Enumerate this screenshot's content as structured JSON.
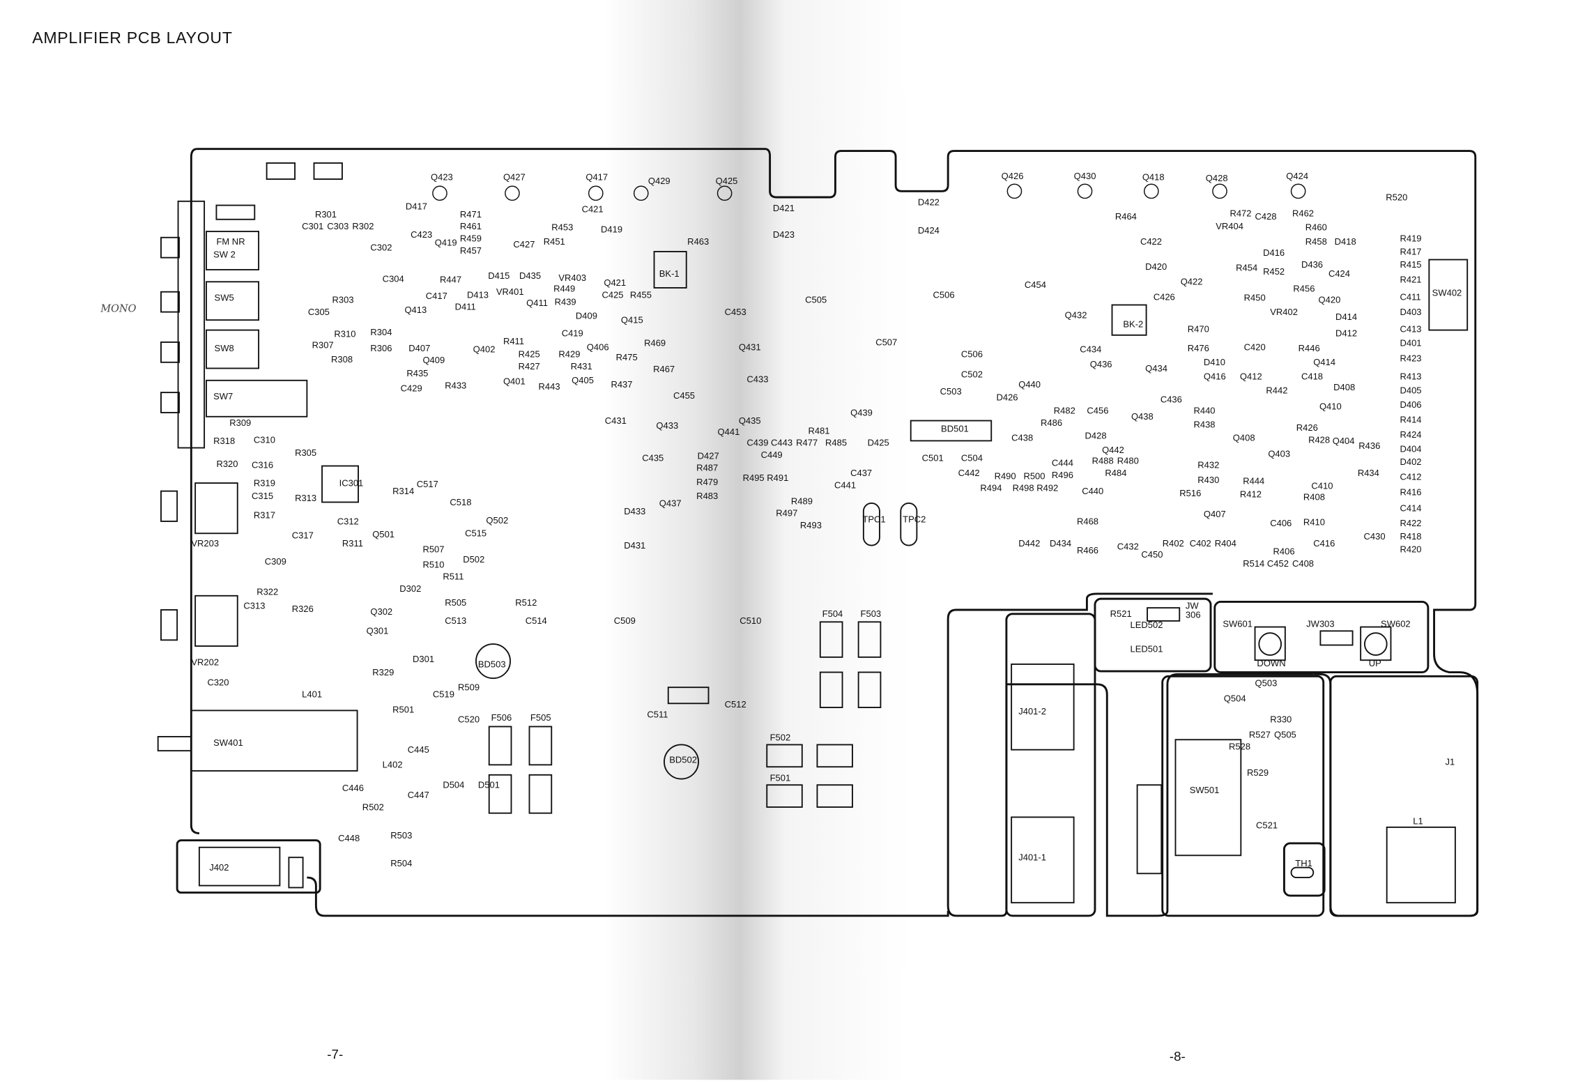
{
  "title": "AMPLIFIER PCB LAYOUT",
  "page_numbers": {
    "left": "-7-",
    "right": "-8-"
  },
  "handwritten_note": "MONO",
  "components": [
    "FM NR",
    "SW 2",
    "SW5",
    "SW8",
    "SW7",
    "SW401",
    "J402",
    "VR203",
    "VR202",
    "C320",
    "L401",
    "R501",
    "R502",
    "R503",
    "R504",
    "C446",
    "C448",
    "L402",
    "C445",
    "C447",
    "D504",
    "D501",
    "C520",
    "F506",
    "F505",
    "BD503",
    "R509",
    "C519",
    "D301",
    "R329",
    "Q301",
    "Q302",
    "D302",
    "R326",
    "C313",
    "R322",
    "C309",
    "C317",
    "R311",
    "C312",
    "Q501",
    "R507",
    "R510",
    "R511",
    "D502",
    "R505",
    "R512",
    "C513",
    "C514",
    "Q502",
    "C515",
    "C518",
    "C517",
    "R314",
    "IC301",
    "R313",
    "R305",
    "C316",
    "R320",
    "R319",
    "C315",
    "R317",
    "R318",
    "C310",
    "R309",
    "C429",
    "R433",
    "Q401",
    "R443",
    "R437",
    "R467",
    "C431",
    "Q433",
    "C435",
    "Q437",
    "D433",
    "D431",
    "R487",
    "R479",
    "R483",
    "C455",
    "Q431",
    "C453",
    "C433",
    "Q435",
    "Q441",
    "D427",
    "C509",
    "C510",
    "C511",
    "C512",
    "BD502",
    "F504",
    "F503",
    "F502",
    "F501",
    "R463",
    "BK-1",
    "Q421",
    "R455",
    "C425",
    "Q415",
    "VR403",
    "D415",
    "D435",
    "R451",
    "R453",
    "C421",
    "Q417",
    "Q429",
    "Q425",
    "Q427",
    "Q423",
    "D417",
    "R471",
    "R461",
    "R459",
    "R457",
    "C423",
    "Q419",
    "C427",
    "D419",
    "R447",
    "C417",
    "Q413",
    "D407",
    "Q409",
    "R435",
    "D411",
    "D413",
    "VR401",
    "Q411",
    "R439",
    "D409",
    "C419",
    "R411",
    "Q402",
    "R425",
    "R427",
    "R429",
    "R431",
    "Q406",
    "R469",
    "R475",
    "Q405",
    "R449",
    "C302",
    "C304",
    "R303",
    "C305",
    "R310",
    "R304",
    "R306",
    "R307",
    "R308",
    "C301",
    "R301",
    "C303",
    "R302",
    "Q426",
    "Q430",
    "Q418",
    "Q428",
    "Q424",
    "R520",
    "D422",
    "D424",
    "D421",
    "D423",
    "R464",
    "R472",
    "R462",
    "R460",
    "R458",
    "VR404",
    "C428",
    "D416",
    "R452",
    "D418",
    "R419",
    "R417",
    "R415",
    "R421",
    "C411",
    "D403",
    "C413",
    "D401",
    "R423",
    "R413",
    "D405",
    "D406",
    "R414",
    "R424",
    "D404",
    "D402",
    "C412",
    "R416",
    "C414",
    "R422",
    "R418",
    "R420",
    "SW402",
    "C424",
    "R456",
    "Q420",
    "D414",
    "D412",
    "R450",
    "VR402",
    "R470",
    "R476",
    "C420",
    "R446",
    "Q414",
    "D410",
    "Q416",
    "Q412",
    "R442",
    "D408",
    "Q410",
    "R440",
    "R438",
    "Q408",
    "R426",
    "R428",
    "Q404",
    "R436",
    "R434",
    "C410",
    "R408",
    "R410",
    "Q403",
    "R432",
    "R430",
    "R444",
    "R412",
    "Q407",
    "C406",
    "R516",
    "R402",
    "C402",
    "R404",
    "R514",
    "C452",
    "R406",
    "C408",
    "C416",
    "C430",
    "R468",
    "R466",
    "C432",
    "C450",
    "D442",
    "D434",
    "BK-2",
    "Q432",
    "C434",
    "Q436",
    "Q434",
    "C436",
    "Q438",
    "Q440",
    "D426",
    "C438",
    "C456",
    "D428",
    "Q442",
    "C440",
    "R486",
    "R482",
    "R484",
    "R480",
    "R488",
    "C444",
    "R496",
    "R498",
    "R500",
    "R492",
    "R494",
    "R490",
    "C442",
    "C454",
    "C426",
    "D420",
    "C422",
    "Q422",
    "R454",
    "D436",
    "C418",
    "C506",
    "C505",
    "C507",
    "C506",
    "C502",
    "C503",
    "BD501",
    "C501",
    "C504",
    "Q439",
    "D425",
    "C437",
    "C441",
    "TPC1",
    "TPC2",
    "R495",
    "R491",
    "R497",
    "R489",
    "R493",
    "C443",
    "C449",
    "R477",
    "R481",
    "R485",
    "C439",
    "R521",
    "LED502",
    "JW\n306",
    "LED501",
    "SW601",
    "JW303",
    "SW602",
    "DOWN",
    "UP",
    "J401-2",
    "J401-1",
    "Q504",
    "Q503",
    "R330",
    "R527",
    "Q505",
    "R528",
    "R529",
    "SW501",
    "C521",
    "TH1",
    "J1",
    "L1"
  ]
}
